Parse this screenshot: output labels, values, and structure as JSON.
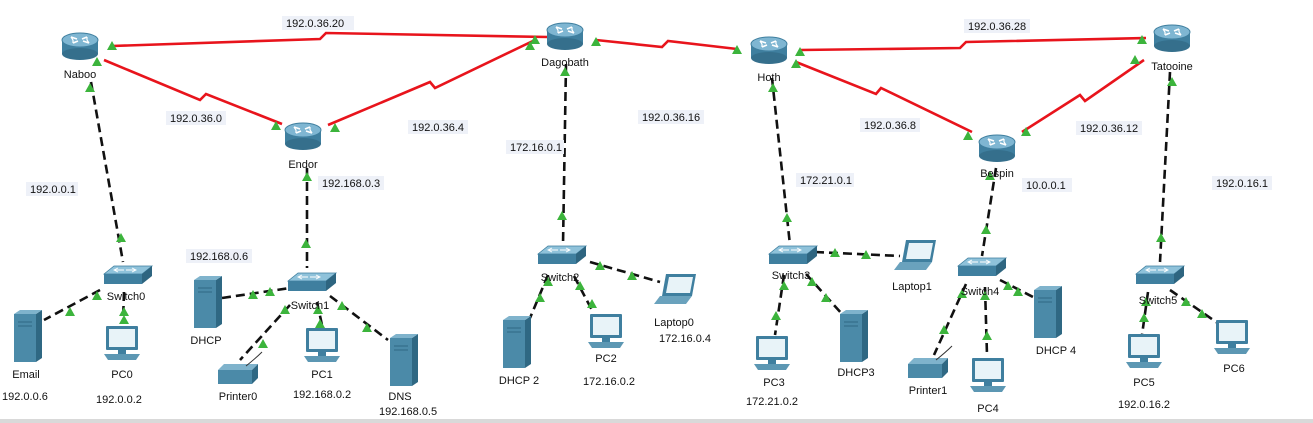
{
  "colors": {
    "serial": "#e8141c",
    "ethernet": "#111111",
    "port_up": "#3cb43c",
    "router": "#4d95b8",
    "device": "#4a8aa8"
  },
  "devices": {
    "naboo": "Naboo",
    "endor": "Endor",
    "dagobath": "Dagobath",
    "hoth": "Hoth",
    "bespin": "Bespin",
    "tatooine": "Tatooine",
    "switch0": "Switch0",
    "switch1": "Switch1",
    "switch2": "Switch2",
    "switch3": "Switch3",
    "switch4": "Switch4",
    "switch5": "Switch5",
    "email": "Email",
    "pc0": "PC0",
    "dhcp": "DHCP",
    "printer0": "Printer0",
    "pc1": "PC1",
    "dns": "DNS",
    "dhcp2": "DHCP 2",
    "pc2": "PC2",
    "laptop0": "Laptop0",
    "pc3": "PC3",
    "dhcp3": "DHCP3",
    "laptop1": "Laptop1",
    "printer1": "Printer1",
    "pc4": "PC4",
    "dhcp4": "DHCP 4",
    "pc5": "PC5",
    "pc6": "PC6"
  },
  "networks": {
    "naboo_dagobath": "192.0.36.20",
    "naboo_endor": "192.0.36.0",
    "endor_dagobath": "192.0.36.4",
    "dagobath_hoth": "192.0.36.16",
    "hoth_tatooine": "192.0.36.28",
    "hoth_bespin": "192.0.36.8",
    "bespin_tatooine": "192.0.36.12",
    "naboo_lan": "192.0.0.1",
    "endor_lan": "192.168.0.3",
    "dagobath_lan": "172.16.0.1",
    "hoth_lan": "172.21.0.1",
    "bespin_lan": "10.0.0.1",
    "tatooine_lan": "192.0.16.1"
  },
  "hosts": {
    "email_ip": "192.0.0.6",
    "pc0_ip": "192.0.0.2",
    "dhcp_ip": "192.168.0.6",
    "pc1_ip": "192.168.0.2",
    "dns_ip": "192.168.0.5",
    "pc2_ip": "172.16.0.2",
    "laptop0_ip": "172.16.0.4",
    "pc3_ip": "172.21.0.2",
    "pc5_ip": "192.0.16.2"
  }
}
